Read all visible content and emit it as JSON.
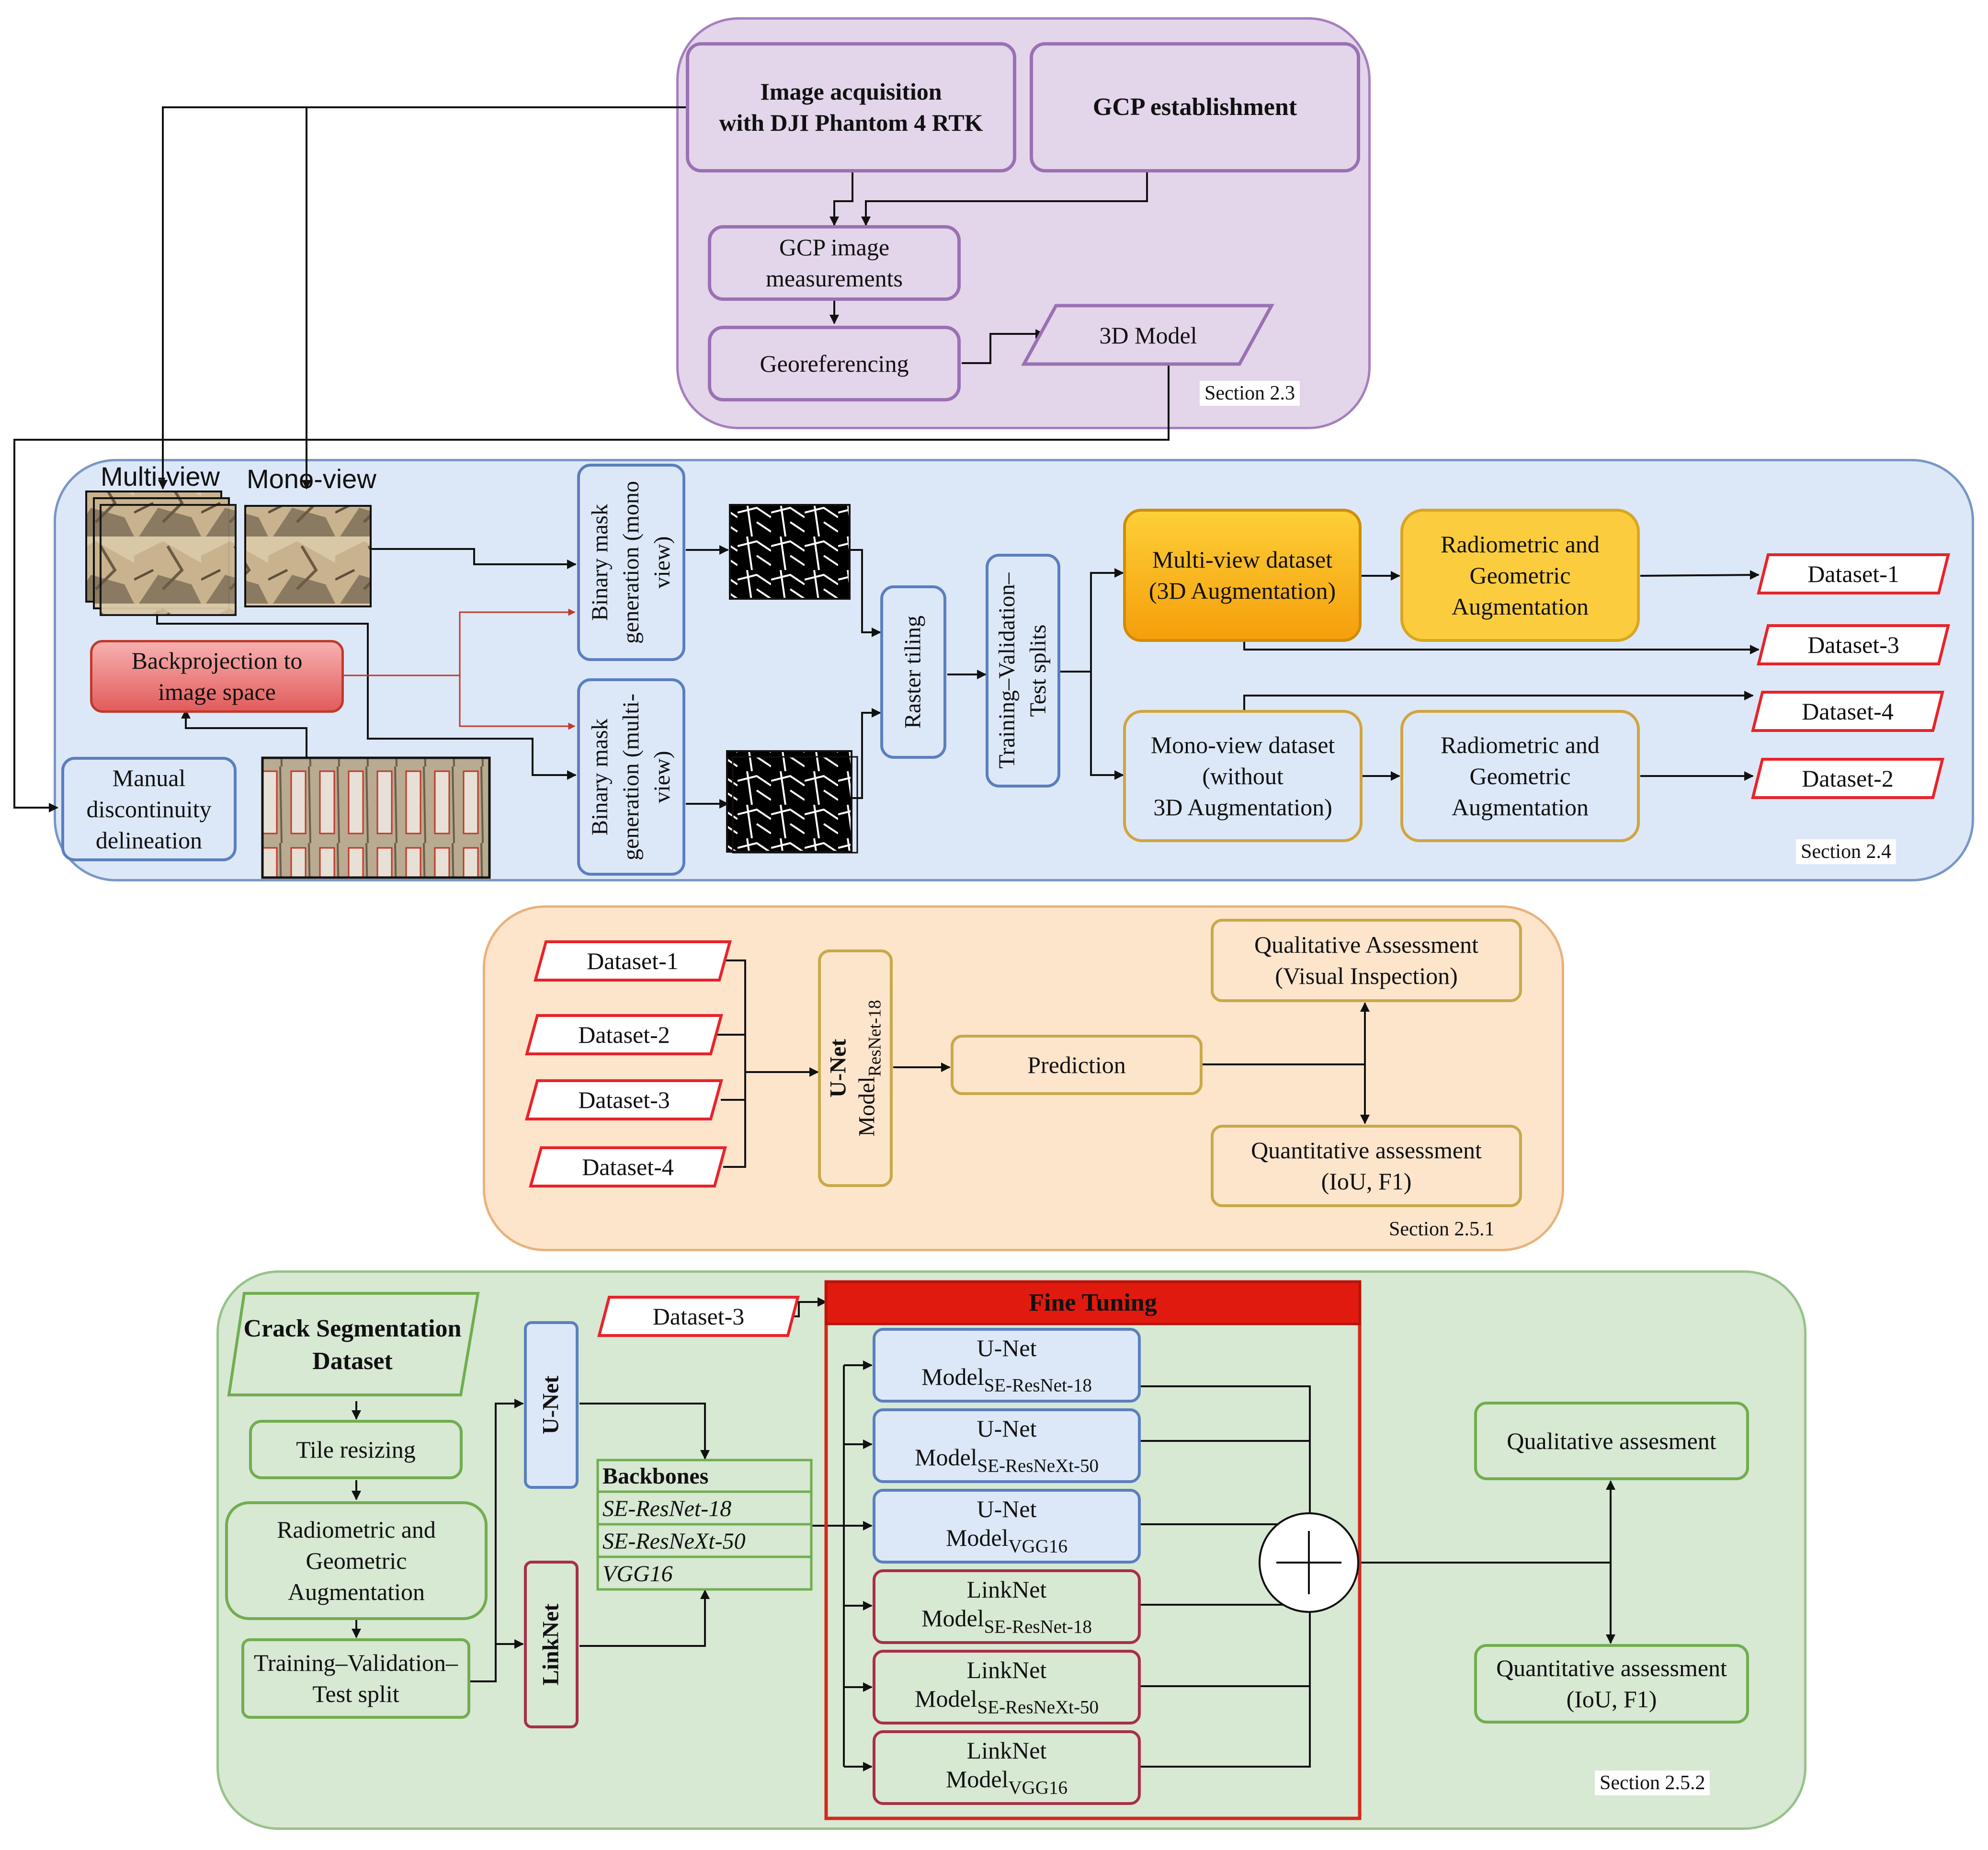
{
  "section_2_3": {
    "image_acquisition": "Image acquisition\nwith DJI Phantom 4 RTK",
    "gcp_establishment": "GCP establishment",
    "gcp_image_measurements": "GCP image\nmeasurements",
    "georeferencing": "Georeferencing",
    "model_3d": "3D Model",
    "section_label": "Section 2.3"
  },
  "section_2_4": {
    "multi_view_label": "Multi-view",
    "mono_view_label": "Mono-view",
    "backprojection": "Backprojection to\nimage space",
    "manual_delineation": "Manual\ndiscontinuity\ndelineation",
    "binary_mask_mono": "Binary mask\ngeneration (mono\nview)",
    "binary_mask_multi": "Binary mask\ngeneration (multi-\nview)",
    "raster_tiling": "Raster tiling",
    "splits": "Training–Validation–\nTest splits",
    "multi_view_dataset": "Multi-view dataset\n(3D Augmentation)",
    "mono_view_dataset": "Mono-view dataset\n(without\n3D Augmentation)",
    "radiometric_geometric_1": "Radiometric and\nGeometric\nAugmentation",
    "radiometric_geometric_2": "Radiometric and\nGeometric\nAugmentation",
    "dataset_1": "Dataset-1",
    "dataset_3": "Dataset-3",
    "dataset_4": "Dataset-4",
    "dataset_2": "Dataset-2",
    "section_label": "Section 2.4"
  },
  "section_2_5_1": {
    "datasets": [
      "Dataset-1",
      "Dataset-2",
      "Dataset-3",
      "Dataset-4"
    ],
    "unet_label": "U-Net",
    "model_label": "Model",
    "backbone_sub": "ResNet-18",
    "prediction": "Prediction",
    "qualitative": "Qualitative Assessment\n(Visual Inspection)",
    "quantitative": "Quantitative assessment\n(IoU, F1)",
    "section_label": "Section 2.5.1"
  },
  "section_2_5_2": {
    "crack_dataset": "Crack Segmentation\nDataset",
    "tile_resizing": "Tile resizing",
    "radiometric_geometric": "Radiometric and\nGeometric\nAugmentation",
    "split": "Training–Validation–\nTest split",
    "unet_label": "U-Net",
    "linknet_label": "LinkNet",
    "dataset_3": "Dataset-3",
    "backbones_title": "Backbones",
    "backbones": [
      "SE-ResNet-18",
      "SE-ResNeXt-50",
      "VGG16"
    ],
    "fine_tuning": "Fine Tuning",
    "models": [
      {
        "arch": "U-Net",
        "model": "Model",
        "backbone": "SE-ResNet-18"
      },
      {
        "arch": "U-Net",
        "model": "Model",
        "backbone": "SE-ResNeXt-50"
      },
      {
        "arch": "U-Net",
        "model": "Model",
        "backbone": "VGG16"
      },
      {
        "arch": "LinkNet",
        "model": "Model",
        "backbone": "SE-ResNet-18"
      },
      {
        "arch": "LinkNet",
        "model": "Model",
        "backbone": "SE-ResNeXt-50"
      },
      {
        "arch": "LinkNet",
        "model": "Model",
        "backbone": "VGG16"
      }
    ],
    "qualitative": "Qualitative assesment",
    "quantitative": "Quantitative assessment\n(IoU, F1)",
    "section_label": "Section 2.5.2"
  },
  "colors": {
    "purple_bg": "#e3d5ea",
    "blue_bg": "#dce8f7",
    "orange_bg": "#fde5cc",
    "green_bg": "#d7e8d3",
    "dataset_red": "#e8232a",
    "gold": "#f7b21b",
    "fine_tuning_red": "#e01a0f"
  }
}
